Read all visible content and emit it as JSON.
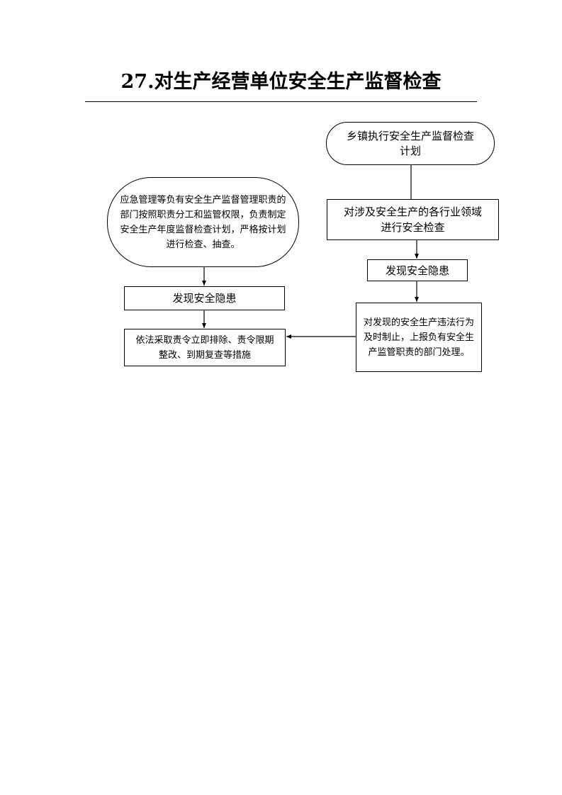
{
  "title": "27.对生产经营单位安全生产监督检查",
  "flowchart": {
    "nodes": {
      "town_plan": "乡镇执行安全生产监督检查计划",
      "sector_inspection": "对涉及安全生产的各行业领域进行安全检查",
      "hazard_found_right": "发现安全隐患",
      "stop_and_report": "对发现的安全生产违法行为及时制止，上报负有安全生产监管职责的部门处理。",
      "departments_plan": "应急管理等负有安全生产监督管理职责的部门按照职责分工和监管权限，负责制定安全生产年度监督检查计划，严格按计划进行检查、抽查。",
      "hazard_found_left": "发现安全隐患",
      "measures": "依法采取责令立即排除、责令限期整改、到期复查等措施"
    }
  }
}
